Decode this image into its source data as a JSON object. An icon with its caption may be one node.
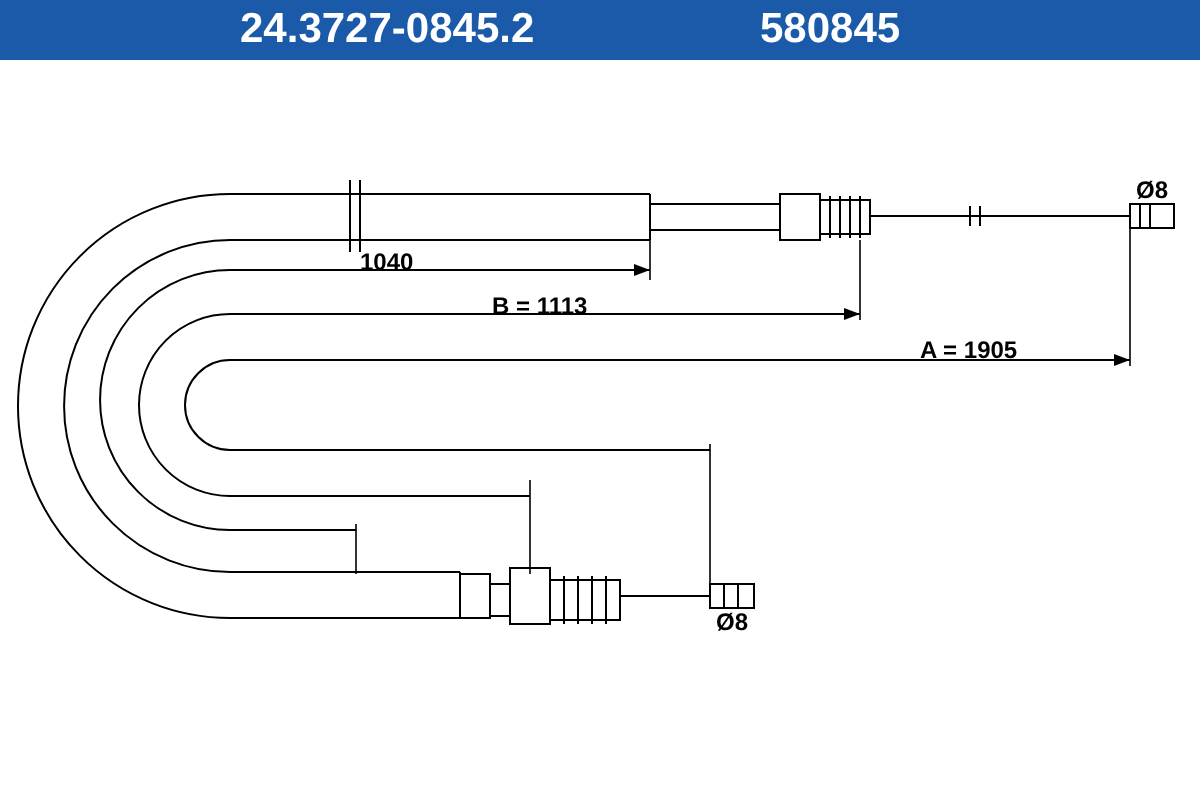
{
  "diagram": {
    "title": "24.3727-0845.2",
    "labels": [
      "580845",
      "Ø8",
      "1040",
      "B = 1113",
      "A = 1905",
      "Ø8"
    ]
  }
}
